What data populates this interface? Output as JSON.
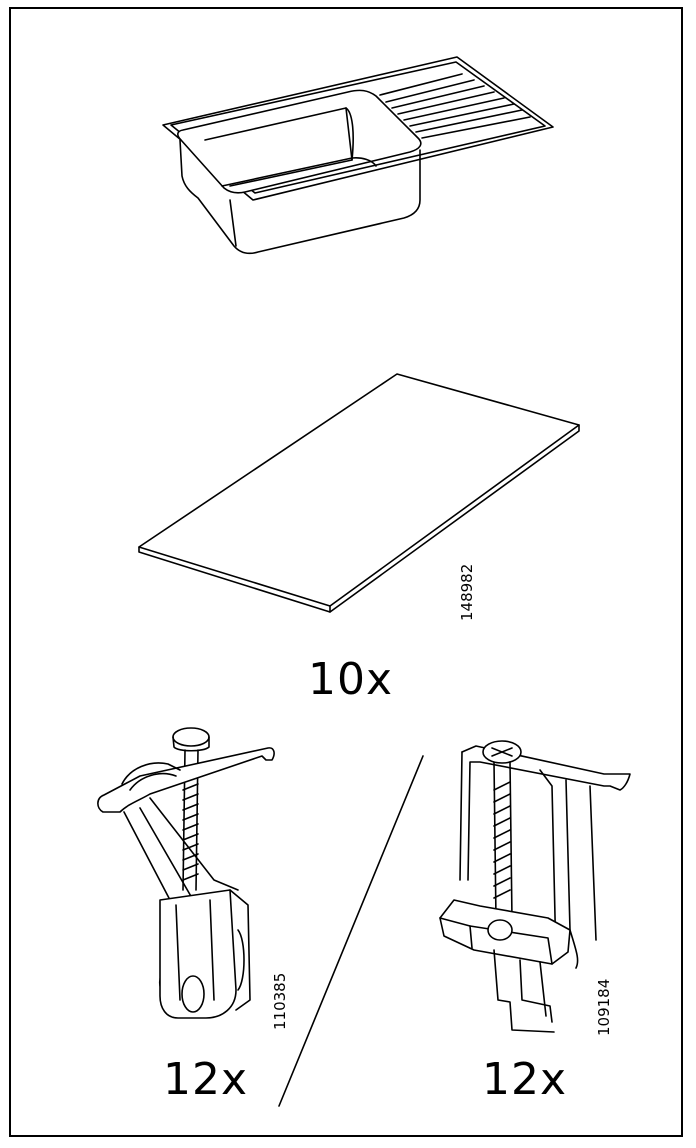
{
  "parts": [
    {
      "part_number": "",
      "quantity": ""
    },
    {
      "part_number": "148982",
      "quantity": "10x"
    },
    {
      "part_number": "110385",
      "quantity": "12x"
    },
    {
      "part_number": "109184",
      "quantity": "12x"
    }
  ],
  "colors": {
    "line": "#000000",
    "background": "#ffffff",
    "fill": "#ffffff",
    "shade": "#d9d9d9"
  }
}
